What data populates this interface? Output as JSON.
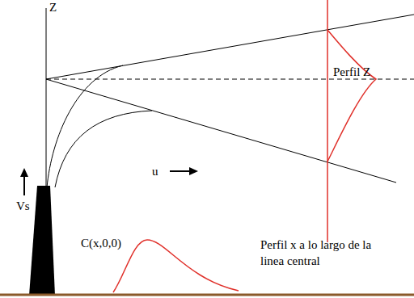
{
  "diagram": {
    "labels": [
      "Z",
      "Perfil Z",
      "Vs",
      "u",
      "C(x,0,0)",
      "Perfil x a lo largo de la linea central"
    ]
  }
}
